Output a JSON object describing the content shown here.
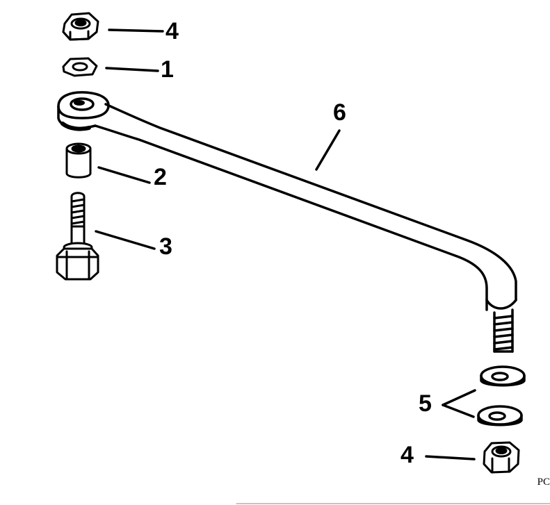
{
  "callouts": {
    "top_nut": "4",
    "washer_top": "1",
    "spacer": "2",
    "bolt": "3",
    "link_rod": "6",
    "washers_bottom": "5",
    "bottom_nut": "4"
  },
  "corner_code": "PC"
}
